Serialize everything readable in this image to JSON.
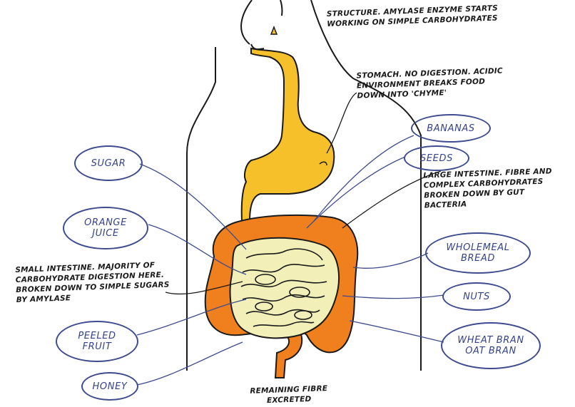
{
  "annotations": {
    "mouth": "STRUCTURE. AMYLASE ENZYME STARTS WORKING ON SIMPLE CARBOHYDRATES",
    "stomach": "STOMACH. NO DIGESTION. ACIDIC ENVIRONMENT BREAKS FOOD DOWN INTO 'CHYME'",
    "large_intestine": "LARGE INTESTINE. FIBRE AND COMPLEX CARBOHYDRATES BROKEN DOWN BY GUT BACTERIA",
    "small_intestine": "SMALL INTESTINE. MAJORITY OF CARBOHYDRATE DIGESTION HERE. BROKEN DOWN TO SIMPLE SUGARS BY AMYLASE",
    "remaining": "REMAINING FIBRE EXCRETED"
  },
  "foods": {
    "sugar": "SUGAR",
    "orange_juice_1": "ORANGE",
    "orange_juice_2": "JUICE",
    "peeled_fruit_1": "PEELED",
    "peeled_fruit_2": "FRUIT",
    "honey": "HONEY",
    "bananas": "BANANAS",
    "seeds": "SEEDS",
    "wholemeal_1": "WHOLEMEAL",
    "wholemeal_2": "BREAD",
    "nuts": "NUTS",
    "bran_1": "WHEAT BRAN",
    "bran_2": "OAT BRAN"
  },
  "colors": {
    "esophagus_stomach": "#f6c02a",
    "large_intestine": "#f07f1e",
    "small_intestine": "#f3efb8",
    "label_ink": "#3e4c8e",
    "outline": "#1a1a1a"
  }
}
